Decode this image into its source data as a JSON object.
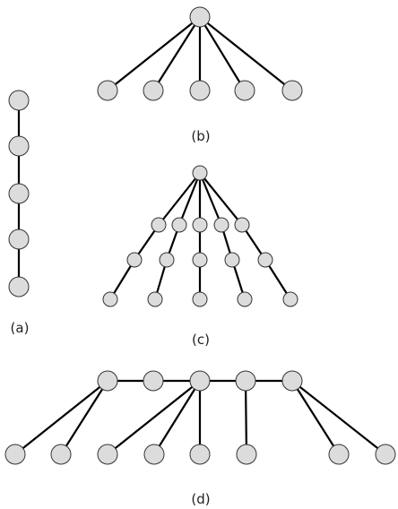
{
  "colors": {
    "node_fill": "#dcdcdc",
    "node_stroke": "#333333",
    "edge": "#000000",
    "background": "#ffffff"
  },
  "figures": {
    "a": {
      "caption": "(a)"
    },
    "b": {
      "caption": "(b)"
    },
    "c": {
      "caption": "(c)"
    },
    "d": {
      "caption": "(d)"
    }
  }
}
